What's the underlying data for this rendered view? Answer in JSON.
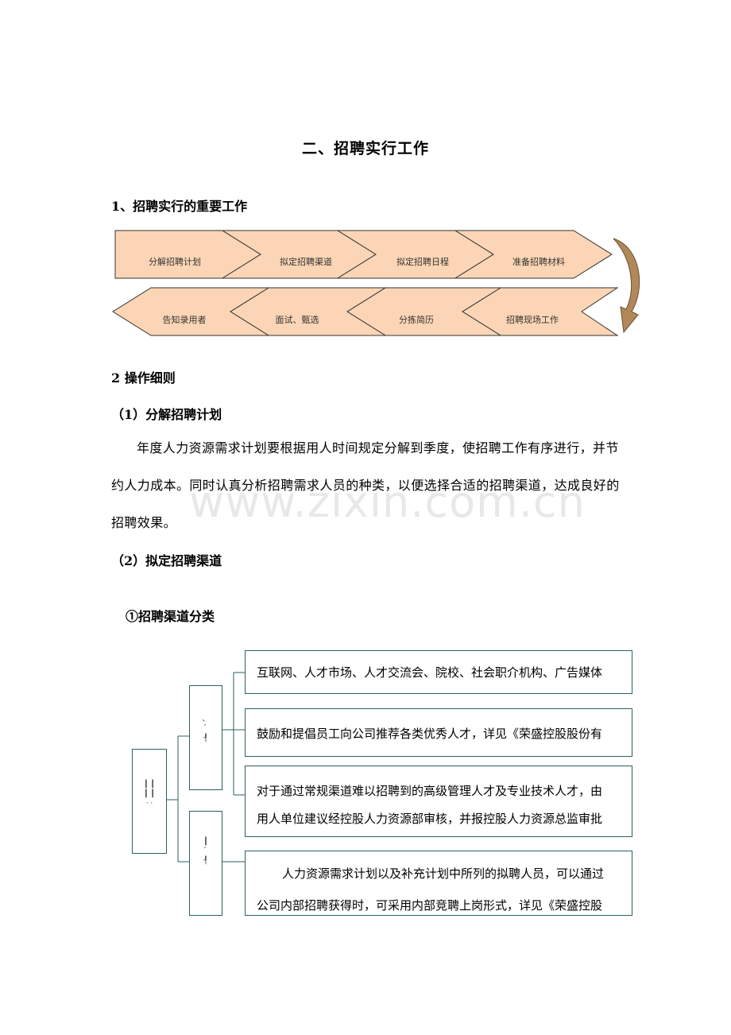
{
  "title": "二、招聘实行工作",
  "section1": "1、招聘实行的重要工作",
  "flow": {
    "top_row": [
      "分解招聘计划",
      "拟定招聘渠道",
      "拟定招聘日程",
      "准备招聘材料"
    ],
    "bottom_row": [
      "招聘现场工作",
      "分拣简历",
      "面试、甄选",
      "告知录用者"
    ],
    "colors": {
      "fill": "#fbd5b5",
      "stroke": "#333333",
      "turn_arrow": "#b0885a"
    }
  },
  "section2": "2 操作细则",
  "sub1": "（1）分解招聘计划",
  "para1": "年度人力资源需求计划要根据用人时间规定分解到季度，使招聘工作有序进行，并节约人力成本。同时认真分析招聘需求人员的种类，以便选择合适的招聘渠道，达成良好的招聘效果。",
  "sub2": "（2）拟定招聘渠道",
  "sub3": "①招聘渠道分类",
  "watermark": "www.zixin.com.cn",
  "channels": {
    "box1": "互联网、人才市场、人才交流会、院校、社会职介机构、广告媒体",
    "box2": "鼓励和提倡员工向公司推荐各类优秀人才，详见《荣盛控股股份有",
    "box3_line1": "对于通过常规渠道难以招聘到的高级管理人才及专业技术人才，由",
    "box3_line2": "用人单位建议经控股人力资源部审核，并报控股人力资源总监审批",
    "box4_line1": "人力资源需求计划以及补充计划中所列的拟聘人员，可以通过",
    "box4_line2": "公司内部招聘获得时，可采用内部竞聘上岗形式，详见《荣盛控股"
  }
}
